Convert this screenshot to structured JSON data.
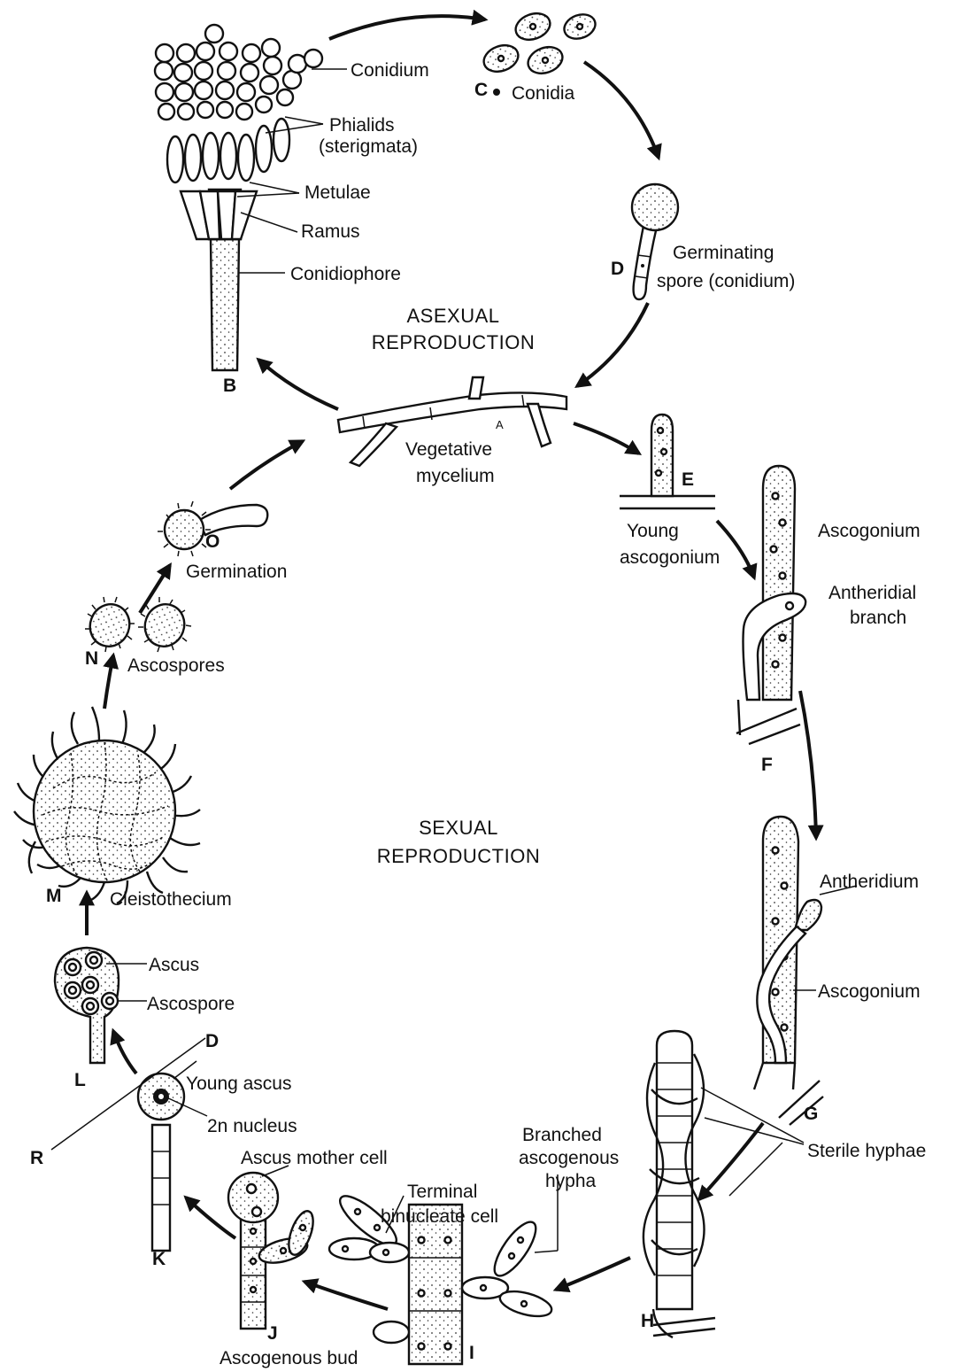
{
  "labels": {
    "conidium": "Conidium",
    "conidia": "Conidia",
    "phialids_1": "Phialids",
    "phialids_2": "(sterigmata)",
    "metulae": "Metulae",
    "ramus": "Ramus",
    "conidiophore": "Conidiophore",
    "germinating_1": "Germinating",
    "germinating_2": "spore (conidium)",
    "vegetative_1": "Vegetative",
    "vegetative_2": "mycelium",
    "young_ascogonium_1": "Young",
    "young_ascogonium_2": "ascogonium",
    "ascogonium_f": "Ascogonium",
    "antheridial_1": "Antheridial",
    "antheridial_2": "branch",
    "antheridium": "Antheridium",
    "ascogonium_g": "Ascogonium",
    "sterile_hyphae": "Sterile hyphae",
    "branched_1": "Branched",
    "branched_2": "ascogenous",
    "branched_3": "hypha",
    "terminal_1": "Terminal",
    "terminal_2": "binucleate cell",
    "ascogenous_bud": "Ascogenous bud",
    "ascus_mother_cell": "Ascus mother cell",
    "young_ascus": "Young ascus",
    "nucleus_2n": "2n nucleus",
    "ascus": "Ascus",
    "ascospore": "Ascospore",
    "cleistothecium": "Cleistothecium",
    "ascospores": "Ascospores",
    "germination": "Germination"
  },
  "sections": {
    "asexual_1": "ASEXUAL",
    "asexual_2": "REPRODUCTION",
    "sexual_1": "SEXUAL",
    "sexual_2": "REPRODUCTION"
  },
  "stages": {
    "A": "A",
    "B": "B",
    "C": "C",
    "D": "D",
    "D2": "D",
    "E": "E",
    "F": "F",
    "G": "G",
    "H": "H",
    "I": "I",
    "J": "J",
    "K": "K",
    "L": "L",
    "M": "M",
    "N": "N",
    "O": "O",
    "R": "R"
  }
}
